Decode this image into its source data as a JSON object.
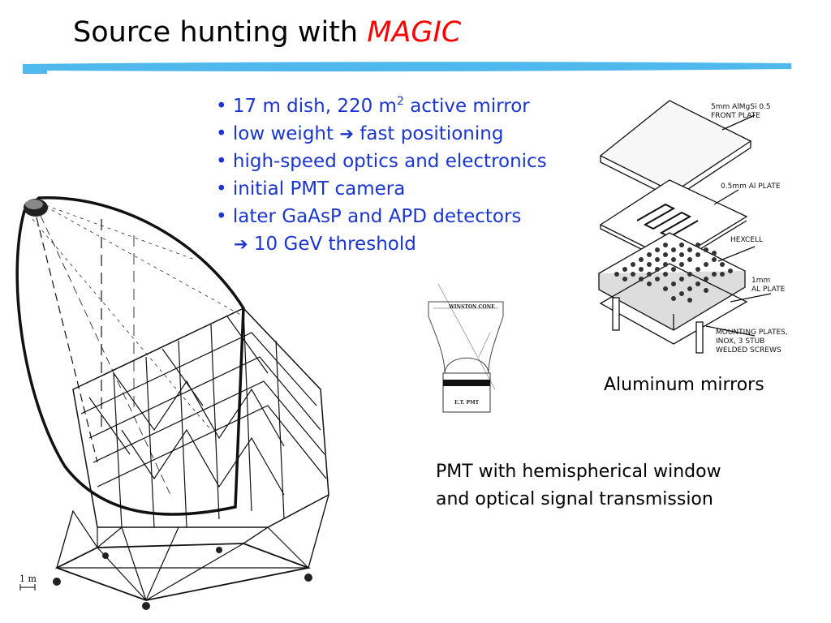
{
  "title": {
    "main": "Source hunting with ",
    "accent": "MAGIC"
  },
  "bullets": [
    {
      "pre": "• 17 m dish, 220 m",
      "sup": "2",
      "post": " active mirror"
    },
    {
      "pre": "• low weight ",
      "arrow": "➔",
      "post": " fast positioning"
    },
    {
      "pre": "• high-speed optics and electronics"
    },
    {
      "pre": "• initial PMT camera"
    },
    {
      "pre": "• later GaAsP and APD detectors"
    },
    {
      "arrow": "➔",
      "post": " 10 GeV threshold"
    }
  ],
  "telescope": {
    "scale_label": "1 m"
  },
  "mirror_diagram": {
    "labels": {
      "front_plate_1": "5mm AlMgSi 0.5",
      "front_plate_2": "FRONT PLATE",
      "al_plate": "0.5mm Al PLATE",
      "hexcell": "HEXCELL",
      "al_plate2_1": "1mm",
      "al_plate2_2": "AL PLATE",
      "mount_1": "MOUNTING PLATES,",
      "mount_2": "INOX, 3 STUB",
      "mount_3": "WELDED SCREWS"
    },
    "caption": "Aluminum mirrors"
  },
  "pmt_diagram": {
    "cone_label": "WINSTON CONE",
    "pmt_label": "E.T. PMT",
    "caption_line1": "PMT with hemispherical window",
    "caption_line2": "and optical signal transmission"
  },
  "colors": {
    "title_accent": "#ff0000",
    "bullet_text": "#1a35d0",
    "rule": "#4fb8ec"
  }
}
